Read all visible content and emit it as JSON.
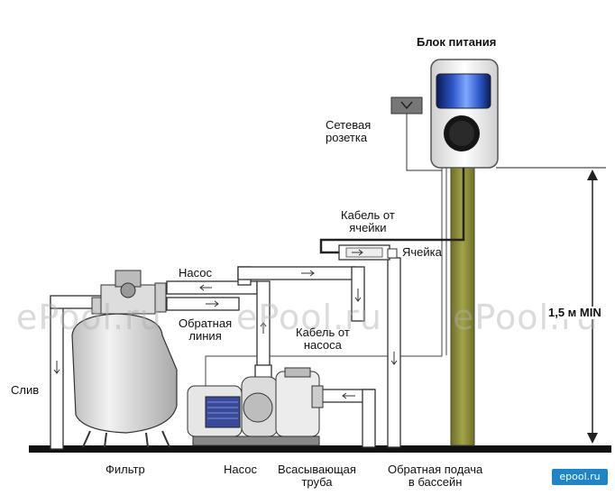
{
  "title": "Блок питания",
  "labels": {
    "outlet": "Сетевая\nрозетка",
    "cell_cable": "Кабель от\nячейки",
    "cell": "Ячейка",
    "pump_top": "Насос",
    "return_line": "Обратная\nлиния",
    "pump_cable": "Кабель от\nнасоса",
    "drain": "Слив",
    "height": "1,5 м MIN",
    "filter": "Фильтр",
    "pump": "Насос",
    "suction": "Всасывающая\nтруба",
    "return_feed": "Обратная подача\nв бассейн"
  },
  "watermarks": [
    "ePool.ru",
    "ePool.ru",
    "ePool.ru"
  ],
  "logo_text": "epool.ru",
  "colors": {
    "pipe_fill": "#ffffff",
    "pipe_stroke": "#333333",
    "post": "#8a8a35",
    "ground": "#111111",
    "filter_body": "#d8d8d8",
    "motor_blue": "#3a4a9a",
    "unit_screen": "#1a3a8a",
    "logo_bg": "#1e86c8"
  },
  "icons": [
    "arrow-icon",
    "plug-icon"
  ]
}
